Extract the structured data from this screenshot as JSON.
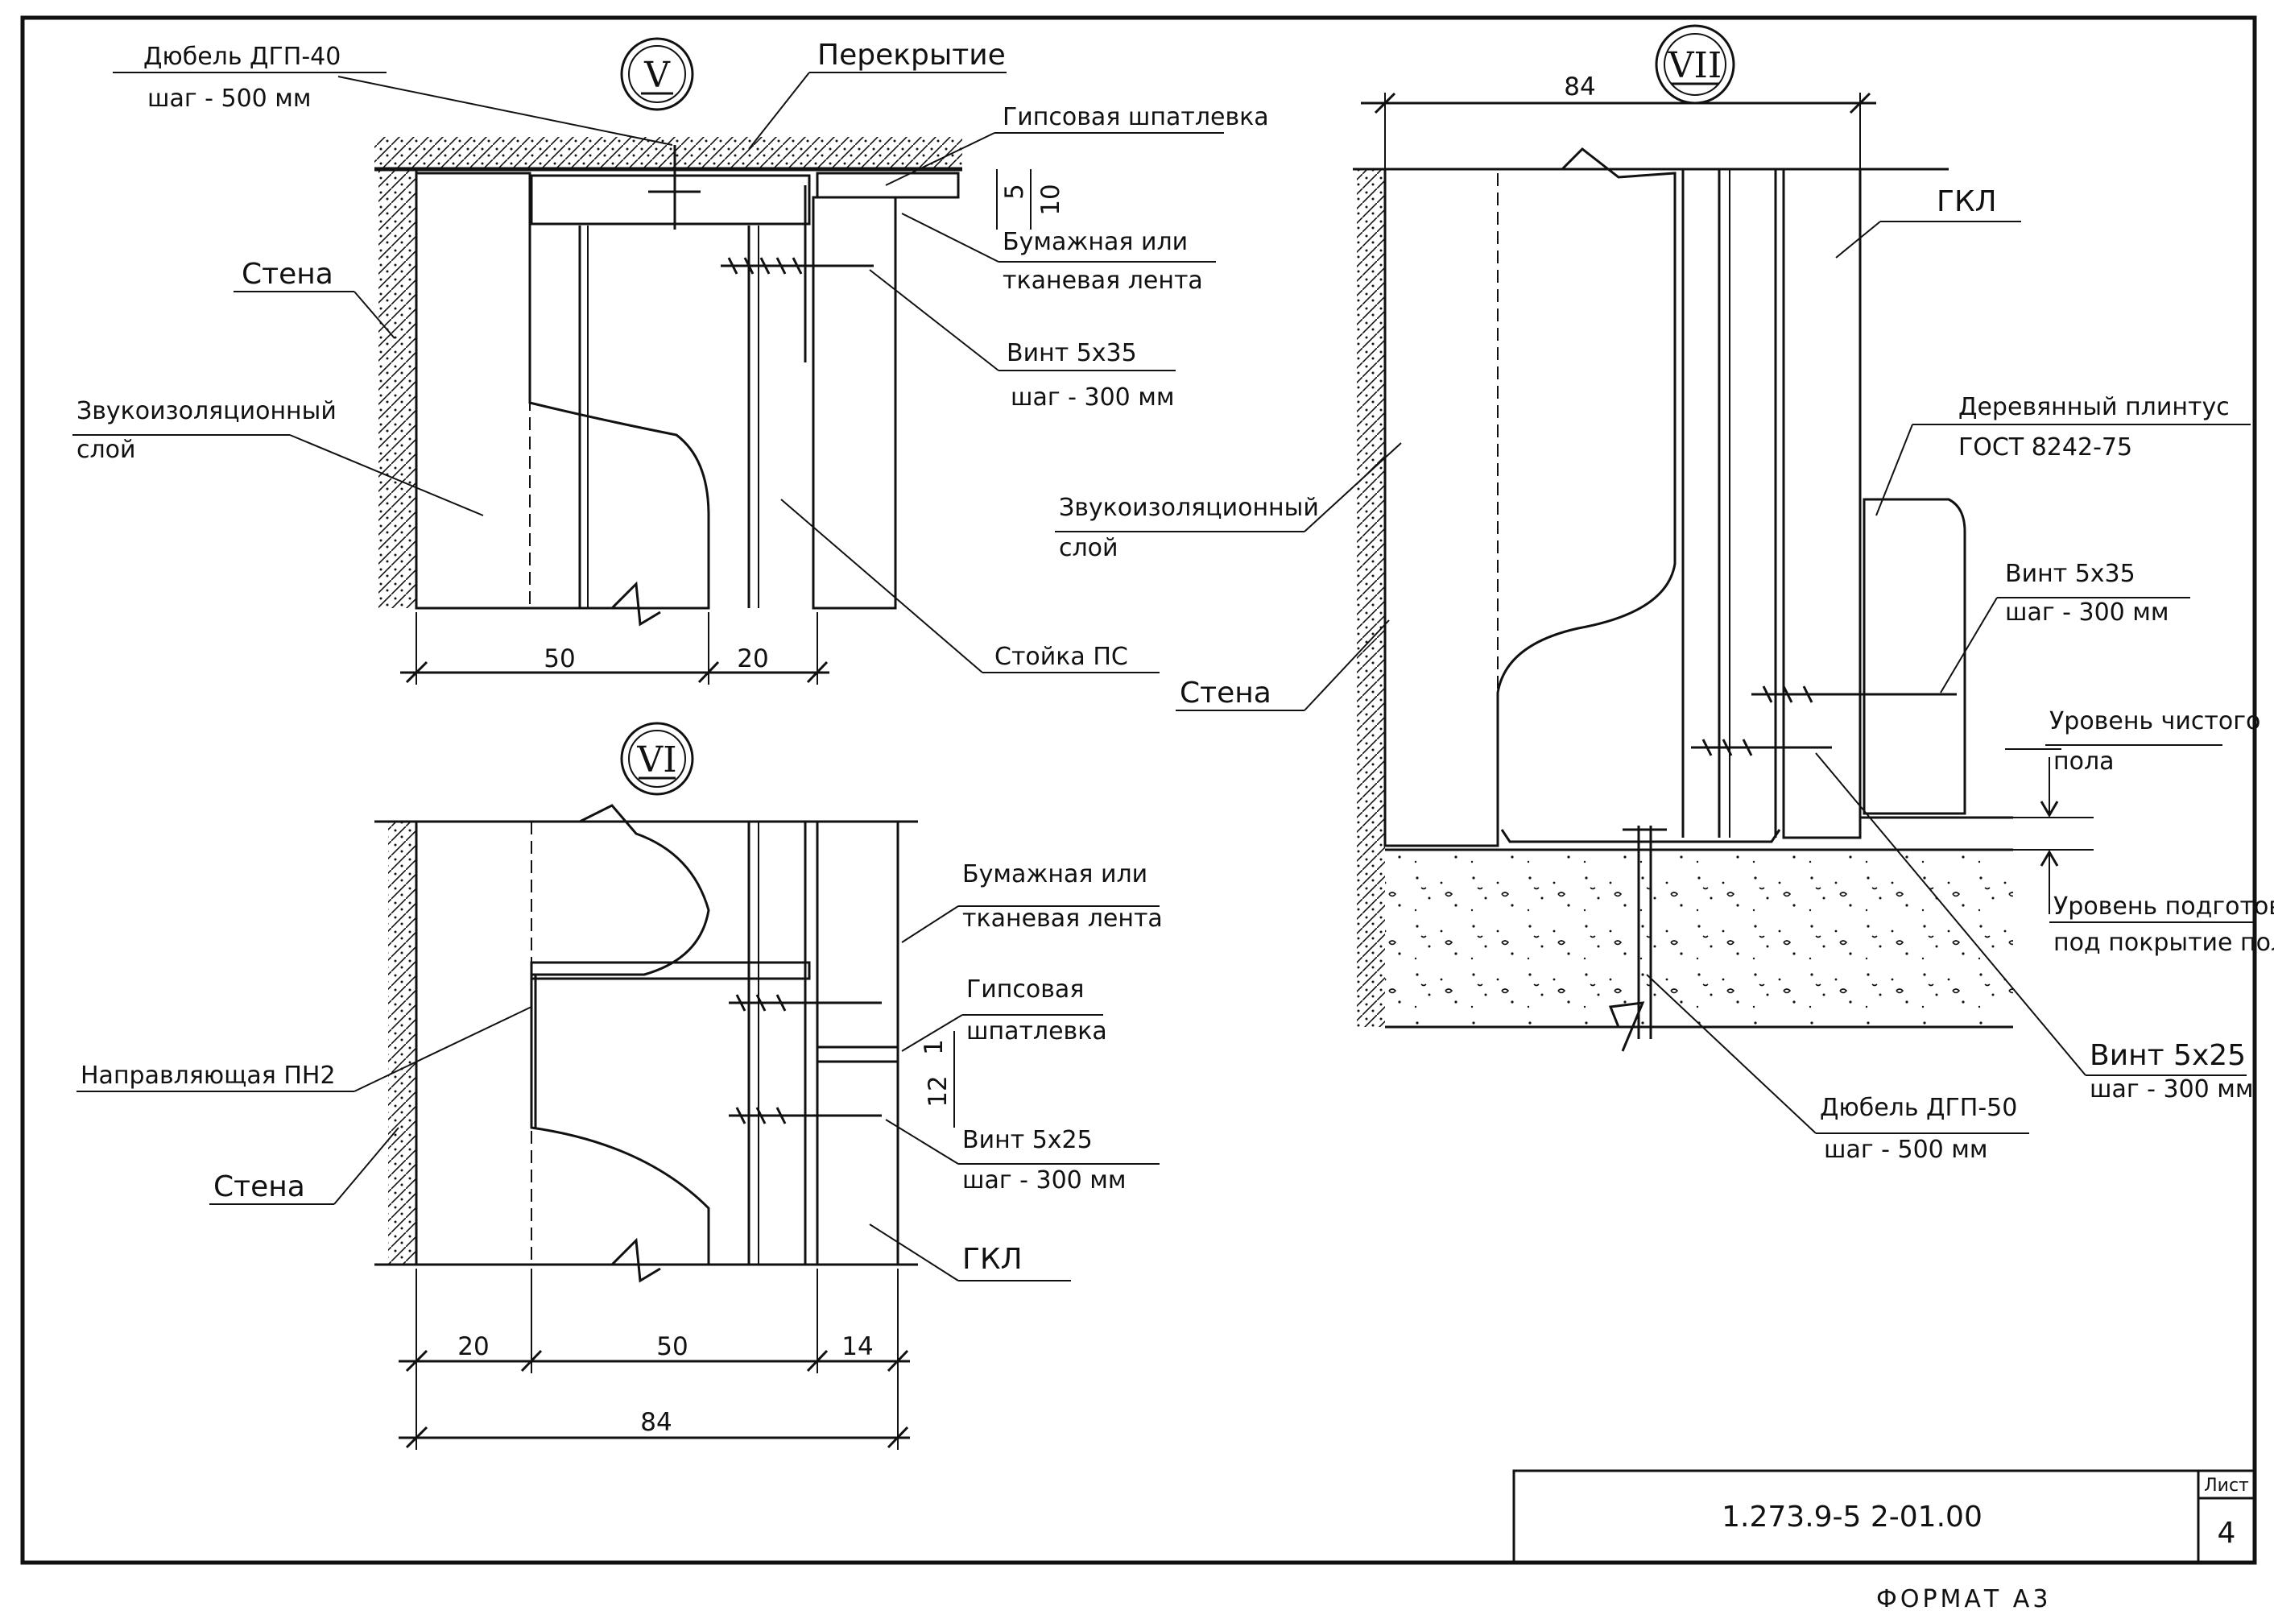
{
  "sheet": {
    "code": "1.273.9-5 2-01.00",
    "sheet_label": "Лист",
    "sheet_number": "4",
    "format_label": "ФОРМАТ А3"
  },
  "node5": {
    "marker": "V",
    "dowel_line1": "Дюбель ДГП-40",
    "dowel_line2": "шаг - 500 мм",
    "slab": "Перекрытие",
    "putty": "Гипсовая шпатлевка",
    "tape_line1": "Бумажная или",
    "tape_line2": "тканевая лента",
    "screw_line1": "Винт 5х35",
    "screw_line2": "шаг - 300 мм",
    "wall": "Стена",
    "insulation_line1": "Звукоизоляционный",
    "insulation_line2": "слой",
    "stud": "Стойка ПС",
    "dims": [
      "50",
      "20",
      "5",
      "10"
    ]
  },
  "node6": {
    "marker": "VI",
    "tape_line1": "Бумажная или",
    "tape_line2": "тканевая лента",
    "putty_line1": "Гипсовая",
    "putty_line2": "шпатлевка",
    "screw_line1": "Винт 5х25",
    "screw_line2": "шаг - 300 мм",
    "guide": "Направляющая ПН2",
    "wall": "Стена",
    "gkl": "ГКЛ",
    "dims": [
      "20",
      "50",
      "14",
      "84",
      "1",
      "12"
    ]
  },
  "node7": {
    "marker": "VII",
    "dim_top": "84",
    "gkl": "ГКЛ",
    "plinth_line1": "Деревянный плинтус",
    "plinth_line2": "ГОСТ 8242-75",
    "insulation_line1": "Звукоизоляционный",
    "insulation_line2": "слой",
    "screw35_line1": "Винт 5х35",
    "screw35_line2": "шаг - 300 мм",
    "wall": "Стена",
    "clean_floor_line1": "Уровень чистого",
    "clean_floor_line2": "пола",
    "prep_line1": "Уровень подготовки",
    "prep_line2": "под покрытие пола",
    "screw25_line1": "Винт 5х25",
    "screw25_line2": "шаг - 300 мм",
    "dowel_line1": "Дюбель ДГП-50",
    "dowel_line2": "шаг - 500 мм"
  }
}
